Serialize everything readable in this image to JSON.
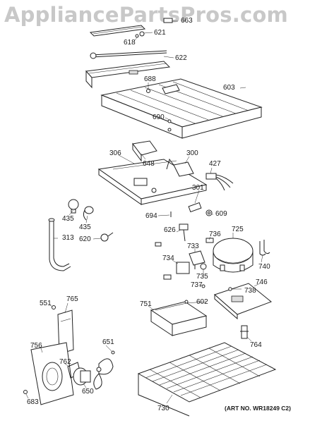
{
  "watermark": "AppliancePartsPros.com",
  "art_number": "(ART NO. WR18249 C2)",
  "callouts": [
    "663",
    "621",
    "618",
    "622",
    "688",
    "603",
    "690",
    "306",
    "648",
    "300",
    "427",
    "301",
    "609",
    "694",
    "435",
    "435",
    "620",
    "313",
    "626",
    "733",
    "736",
    "725",
    "734",
    "735",
    "737",
    "740",
    "602",
    "738",
    "746",
    "551",
    "765",
    "751",
    "651",
    "756",
    "762",
    "650",
    "764",
    "683",
    "730"
  ]
}
